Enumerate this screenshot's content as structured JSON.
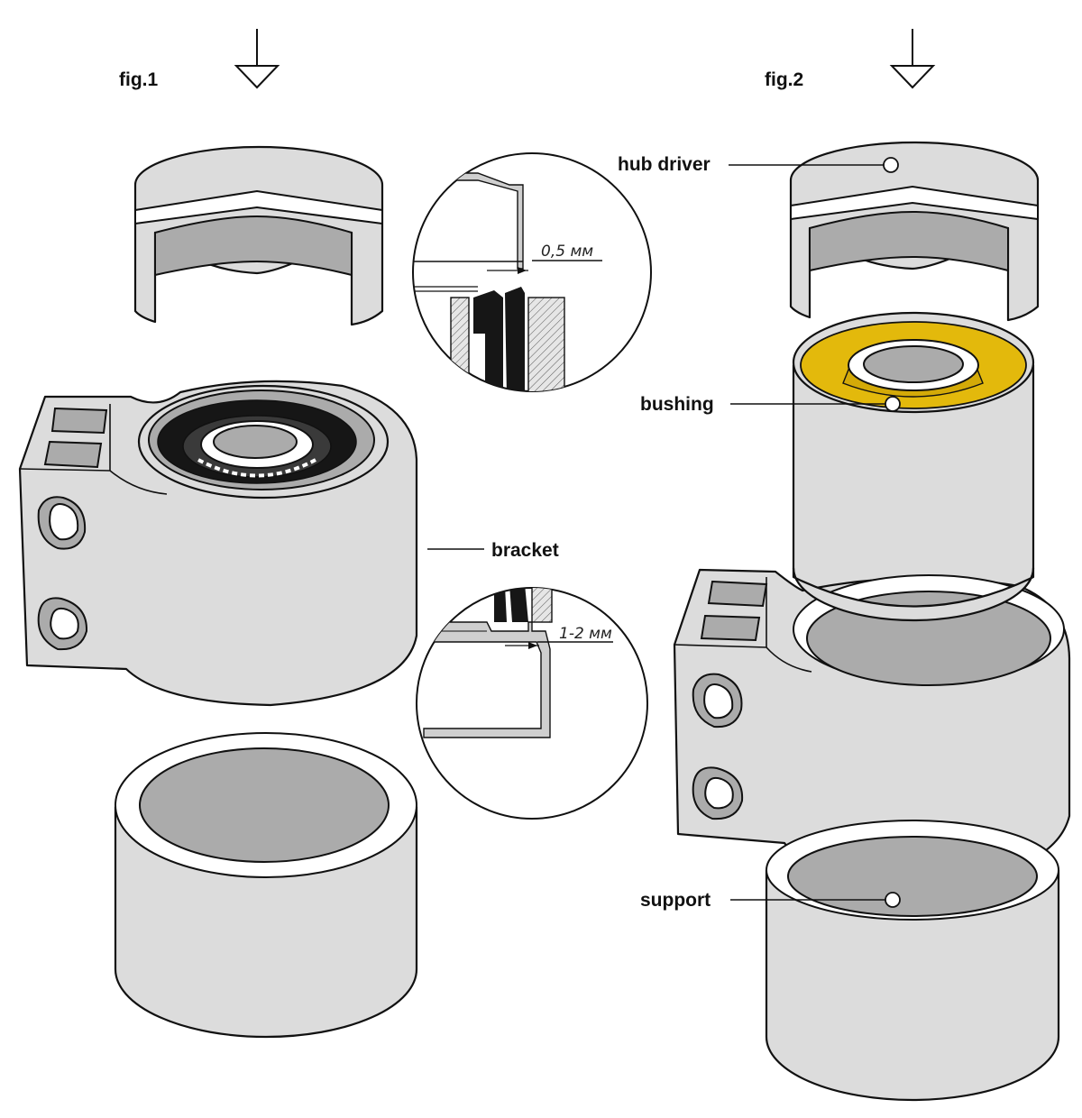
{
  "figures": {
    "fig1_title": "fig.1",
    "fig2_title": "fig.2"
  },
  "labels": {
    "bracket": "bracket",
    "hub_driver": "hub driver",
    "bushing": "bushing",
    "support": "support"
  },
  "dimensions": {
    "gap_top": "0,5 мм",
    "gap_bottom": "1-2 мм"
  },
  "colors": {
    "part_fill": "#dcdcdc",
    "part_dark": "#ababab",
    "bushing_yellow": "#e3b90c",
    "outline": "#111111"
  },
  "icons": [
    "press-direction-arrow-icon",
    "press-direction-arrow-icon"
  ]
}
